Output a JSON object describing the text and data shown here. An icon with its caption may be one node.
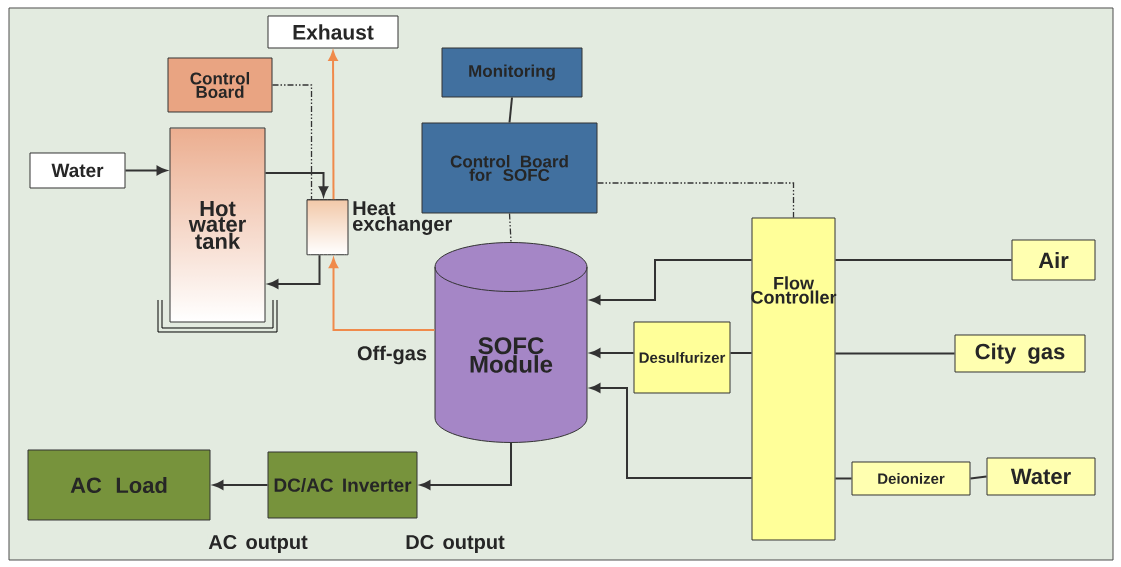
{
  "diagram": {
    "nodes": [
      {
        "text": [
          "Exhaust"
        ]
      },
      {
        "text": [
          "Control Board"
        ]
      },
      {
        "text": [
          "Monitoring"
        ]
      },
      {
        "text": [
          "Water"
        ]
      },
      {
        "text": [
          "Hot water tank"
        ]
      },
      {
        "text": [
          "Heat exchanger"
        ]
      },
      {
        "text": [
          "Control Board for SOFC"
        ]
      },
      {
        "text": [
          "SOFC Module"
        ]
      },
      {
        "text": [
          "Flow Controller"
        ]
      },
      {
        "text": [
          "Air"
        ]
      },
      {
        "text": [
          "Desulfurizer"
        ]
      },
      {
        "text": [
          "City gas"
        ]
      },
      {
        "text": [
          "Deionizer"
        ]
      },
      {
        "text": [
          "Water"
        ]
      },
      {
        "text": [
          "AC Load"
        ]
      },
      {
        "text": [
          "DC/AC Inverter"
        ]
      }
    ],
    "edges": [
      {
        "from": 3,
        "to": 4,
        "arrow": "to"
      },
      {
        "from": 4,
        "to": 5,
        "arrow": "to"
      },
      {
        "from": 5,
        "to": 4,
        "arrow": "to"
      },
      {
        "from": 5,
        "to": 0,
        "arrow": "to",
        "color": "#f08a4b"
      },
      {
        "from": 7,
        "to": 5,
        "arrow": "to",
        "label": "Off-gas",
        "color": "#f08a4b"
      },
      {
        "from": 1,
        "to": 5,
        "arrow": "none",
        "style": "dashed"
      },
      {
        "from": 2,
        "to": 6,
        "arrow": "none"
      },
      {
        "from": 6,
        "to": 7,
        "arrow": "none",
        "style": "dashed"
      },
      {
        "from": 6,
        "to": 8,
        "arrow": "none",
        "style": "dashed"
      },
      {
        "from": 9,
        "to": 8,
        "arrow": "none"
      },
      {
        "from": 8,
        "to": 7,
        "arrow": "to"
      },
      {
        "from": 11,
        "to": 8,
        "arrow": "none"
      },
      {
        "from": 8,
        "to": 10,
        "arrow": "none"
      },
      {
        "from": 10,
        "to": 7,
        "arrow": "to"
      },
      {
        "from": 13,
        "to": 12,
        "arrow": "none"
      },
      {
        "from": 12,
        "to": 8,
        "arrow": "none"
      },
      {
        "from": 8,
        "to": 7,
        "arrow": "to"
      },
      {
        "from": 7,
        "to": 15,
        "arrow": "to",
        "label": "DC output"
      },
      {
        "from": 15,
        "to": 14,
        "arrow": "to",
        "label": "AC output"
      }
    ]
  }
}
